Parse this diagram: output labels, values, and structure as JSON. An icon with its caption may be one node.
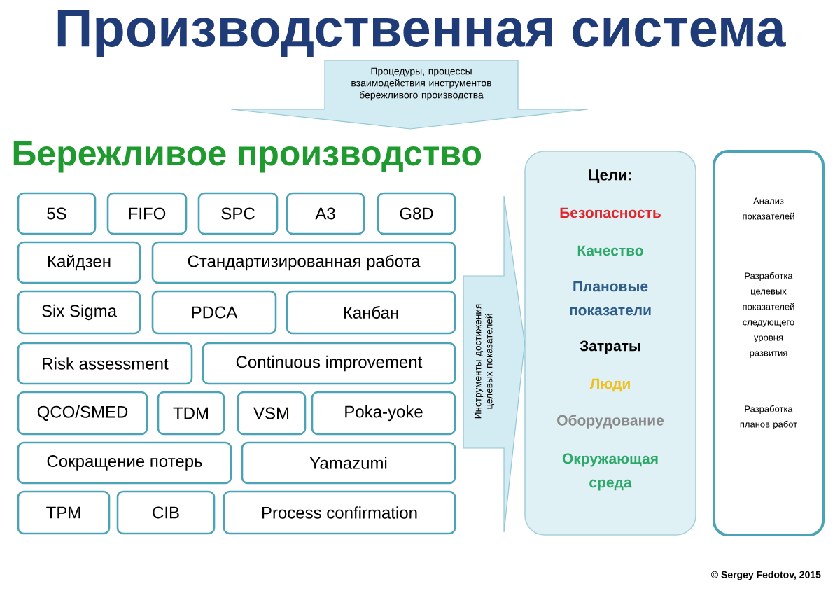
{
  "diagram": {
    "title": "Производственная система",
    "nodes": [
      {
        "text": [
          "Процедуры, процессы взаимодействия инструментов бережливого производства"
        ]
      },
      {
        "text": [
          "5S"
        ]
      },
      {
        "text": [
          "FIFO"
        ]
      },
      {
        "text": [
          "SPC"
        ]
      },
      {
        "text": [
          "A3"
        ]
      },
      {
        "text": [
          "G8D"
        ]
      },
      {
        "text": [
          "Кайдзен"
        ]
      },
      {
        "text": [
          "Стандартизированная работа"
        ]
      },
      {
        "text": [
          "Six Sigma"
        ]
      },
      {
        "text": [
          "PDCA"
        ]
      },
      {
        "text": [
          "Канбан"
        ]
      },
      {
        "text": [
          "Risk assessment"
        ]
      },
      {
        "text": [
          "Continuous improvement"
        ]
      },
      {
        "text": [
          "QCO/SMED"
        ]
      },
      {
        "text": [
          "TDM"
        ]
      },
      {
        "text": [
          "VSM"
        ]
      },
      {
        "text": [
          "Poka-yoke"
        ]
      },
      {
        "text": [
          "Сокращение потерь"
        ]
      },
      {
        "text": [
          "Yamazumi"
        ]
      },
      {
        "text": [
          "TPM"
        ]
      },
      {
        "text": [
          "CIB"
        ]
      },
      {
        "text": [
          "Process confirmation"
        ]
      },
      {
        "text": [
          "Цели:",
          "Безопасность",
          "Качество",
          "Плановые показатели",
          "Затраты",
          "Люди",
          "Оборудование",
          "Окружающая среда"
        ]
      },
      {
        "text": [
          "Анализ показателей",
          "Разработка целевых показателей следующего уровня развития",
          "Разработка планов работ"
        ]
      }
    ],
    "edges": [
      {
        "from": null,
        "to": 22,
        "arrow": "to",
        "label": "Инструменты достижения целевых показателей"
      }
    ],
    "labels": [
      "Бережливое производство",
      "© Sergey Fedotov, 2015"
    ]
  }
}
